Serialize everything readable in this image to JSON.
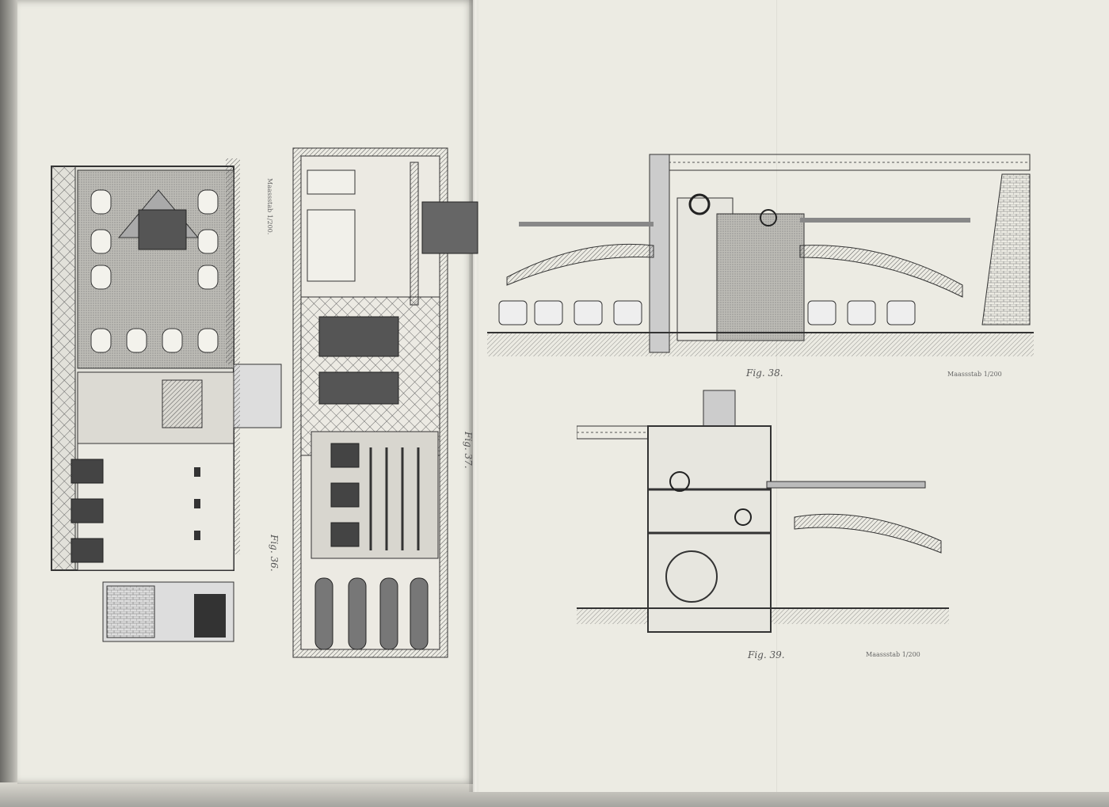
{
  "figures": [
    {
      "caption": "Fig. 36.",
      "scale": "Maassstab 1/200."
    },
    {
      "caption": "Fig. 37.",
      "scale": ""
    },
    {
      "caption": "Fig. 38.",
      "scale": "Maassstab 1/200."
    },
    {
      "caption": "Fig. 39.",
      "scale": "Maassstab 1/200"
    }
  ]
}
